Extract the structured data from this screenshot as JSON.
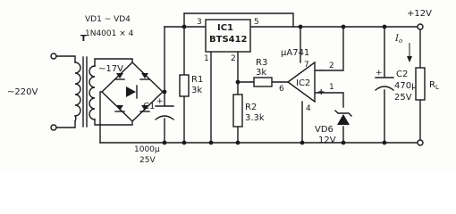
{
  "labels": {
    "transformer": "T",
    "source_voltage": "~220V",
    "secondary_voltage": "~17V",
    "bridge_ref": "VD1 ~ VD4",
    "bridge_part": "1N4001 × 4",
    "c1_ref": "C1",
    "c1_value": "1000µ",
    "c1_voltage": "25V",
    "r1_ref": "R1",
    "r1_value": "3k",
    "ic1_ref": "IC1",
    "ic1_part": "BTS412",
    "ic1_pin3": "3",
    "ic1_pin5": "5",
    "ic1_pin1": "1",
    "ic1_pin2": "2",
    "r2_ref": "R2",
    "r2_value": "3.3k",
    "r3_ref": "R3",
    "r3_value": "3k",
    "opamp_part": "µA741",
    "ic2_ref": "IC2",
    "ic2_pin7": "7",
    "ic2_pin2": "2",
    "ic2_pin6": "6",
    "ic2_pin1": "1",
    "ic2_pin4": "4",
    "vd6_ref": "VD6",
    "vd6_value": "12V",
    "c2_ref": "C2",
    "c2_value": "470µ",
    "c2_voltage": "25V",
    "output_voltage": "+12V",
    "load_current": "I",
    "load_current_sub": "o",
    "load_ref": "R",
    "load_ref_sub": "L"
  }
}
